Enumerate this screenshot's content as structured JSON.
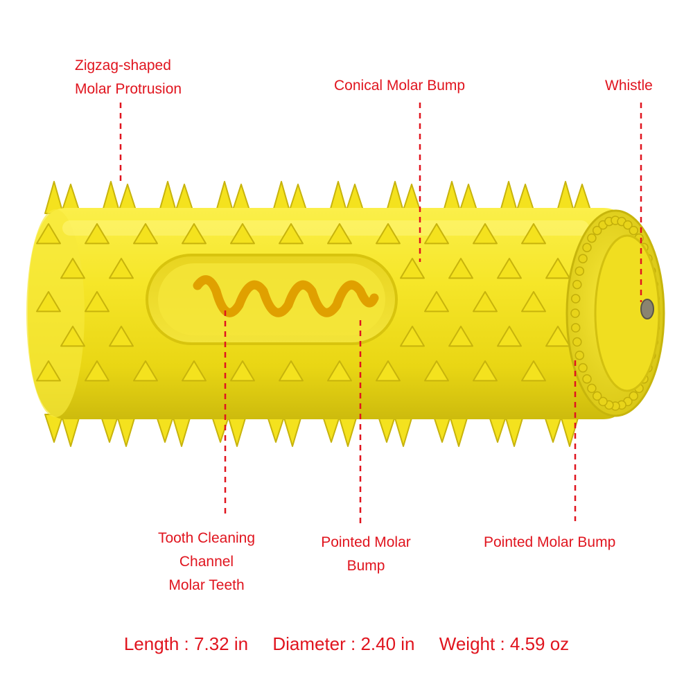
{
  "labels": {
    "zigzag": [
      "Zigzag-shaped",
      "Molar Protrusion"
    ],
    "conical": "Conical Molar Bump",
    "whistle": "Whistle",
    "tooth": [
      "Tooth Cleaning",
      "Channel",
      "Molar Teeth"
    ],
    "pointed1": [
      "Pointed Molar",
      "Bump"
    ],
    "pointed2": "Pointed Molar Bump"
  },
  "specs": {
    "length": "Length : 7.32 in",
    "diameter": "Diameter : 2.40 in",
    "weight": "Weight : 4.59 oz"
  },
  "colors": {
    "label_red": "#e0141e",
    "toy_yellow": "#f2e21c",
    "toy_shadow": "#c9b90e",
    "toy_highlight": "#fff57a",
    "channel_orange": "#e0a000"
  }
}
